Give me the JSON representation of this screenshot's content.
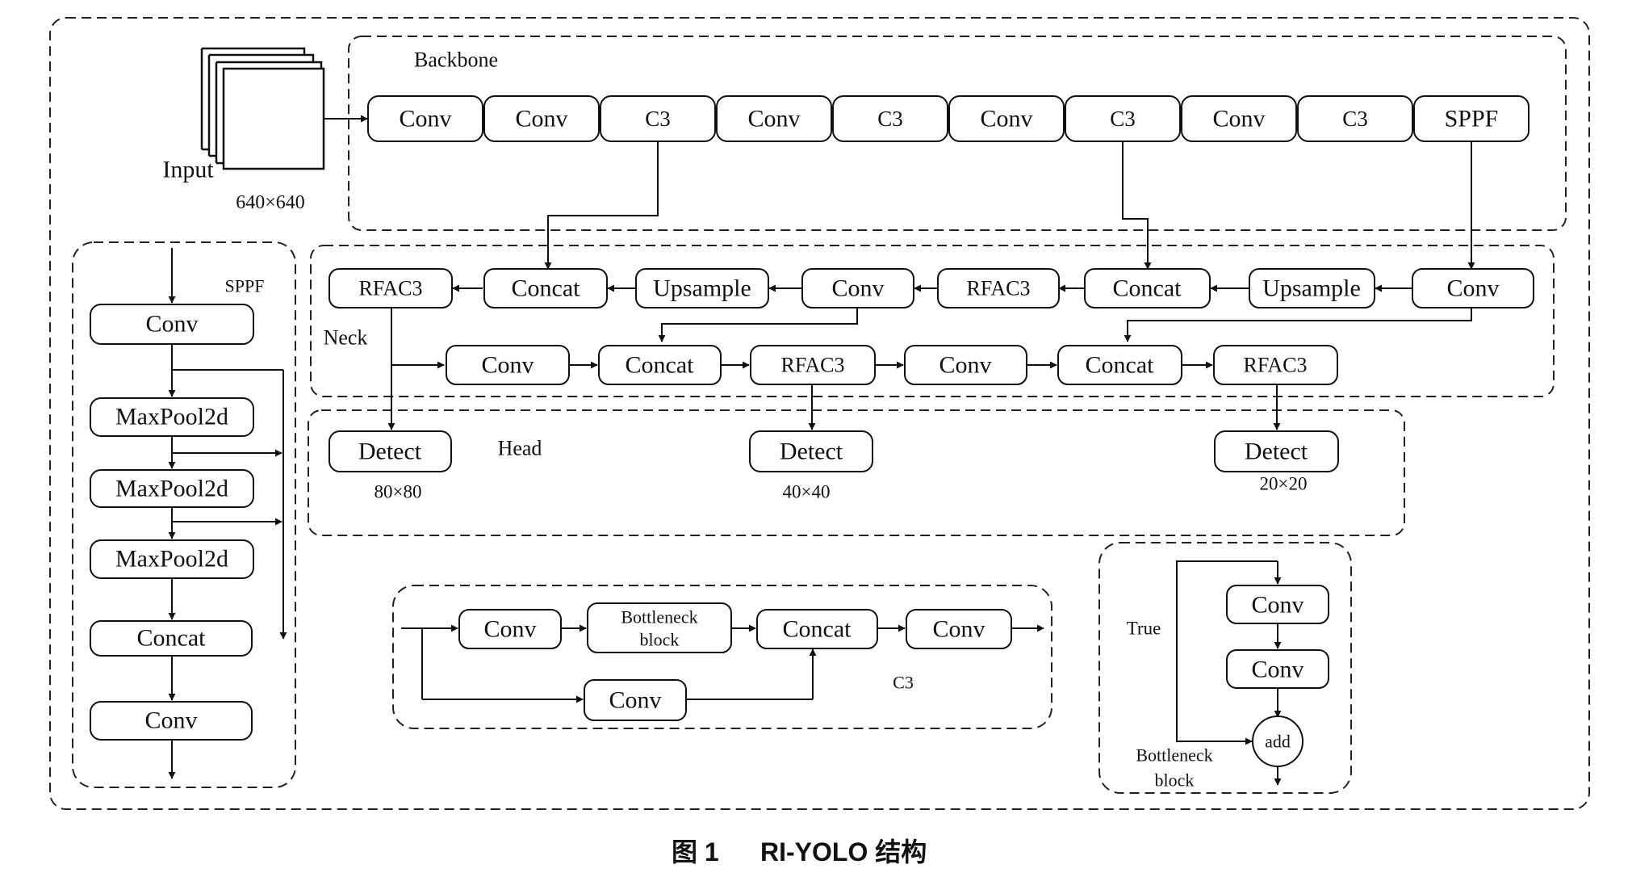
{
  "backbone": {
    "title": "Backbone",
    "input_label": "Input",
    "input_size": "640×640",
    "blocks": [
      "Conv",
      "Conv",
      "C3",
      "Conv",
      "C3",
      "Conv",
      "C3",
      "Conv",
      "C3",
      "SPPF"
    ]
  },
  "neck": {
    "title": "Neck",
    "row1": [
      "RFAC3",
      "Concat",
      "Upsample",
      "Conv",
      "RFAC3",
      "Concat",
      "Upsample",
      "Conv"
    ],
    "row2": [
      "Conv",
      "Concat",
      "RFAC3",
      "Conv",
      "Concat",
      "RFAC3"
    ]
  },
  "head": {
    "title": "Head",
    "detects": [
      {
        "label": "Detect",
        "size": "80×80"
      },
      {
        "label": "Detect",
        "size": "40×40"
      },
      {
        "label": "Detect",
        "size": "20×20"
      }
    ]
  },
  "sppf": {
    "title": "SPPF",
    "blocks": [
      "Conv",
      "MaxPool2d",
      "MaxPool2d",
      "MaxPool2d",
      "Concat",
      "Conv"
    ]
  },
  "c3": {
    "title": "C3",
    "conv1": "Conv",
    "bottleneck_line1": "Bottleneck",
    "bottleneck_line2": "block",
    "concat": "Concat",
    "conv_out": "Conv",
    "conv_skip": "Conv"
  },
  "bottleneck": {
    "true_label": "True",
    "conv1": "Conv",
    "conv2": "Conv",
    "add": "add",
    "title_line1": "Bottleneck",
    "title_line2": "block"
  },
  "caption": {
    "figure_number": "图 1",
    "title": "RI-YOLO 结构"
  }
}
